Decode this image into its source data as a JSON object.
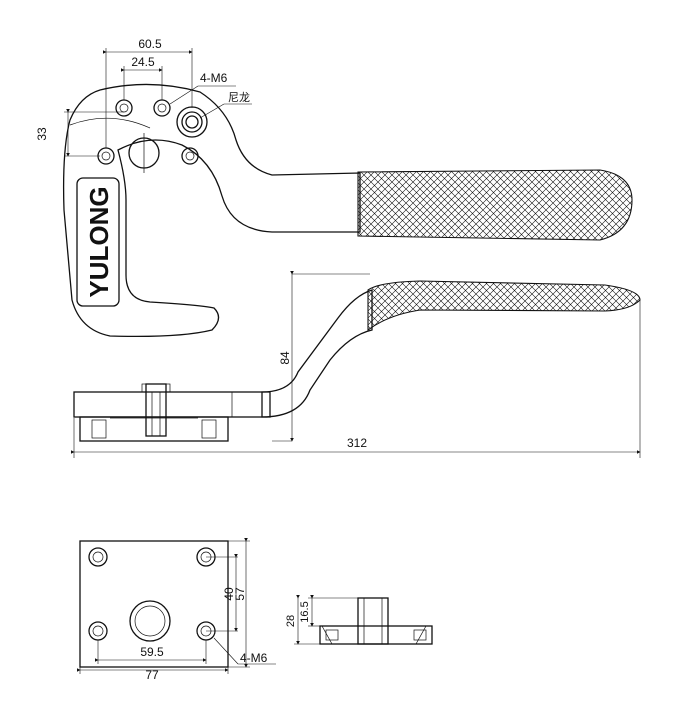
{
  "brand": "YULONG",
  "dimensions": {
    "top_view": {
      "overall_hole_span": "60.5",
      "inner_hole_span": "24.5",
      "vertical_offset": "33",
      "screws_label": "4-M6",
      "material_label": "尼龙"
    },
    "side_view": {
      "height": "84",
      "overall_length": "312"
    },
    "base_plate": {
      "hole_spacing_vertical": "40",
      "plate_height": "57",
      "hole_spacing_horizontal": "59.5",
      "plate_width": "77",
      "screws_label": "4-M6"
    },
    "base_section": {
      "stud_height": "16.5",
      "total_height": "28"
    }
  },
  "colors": {
    "line": "#111111",
    "background": "#ffffff"
  }
}
